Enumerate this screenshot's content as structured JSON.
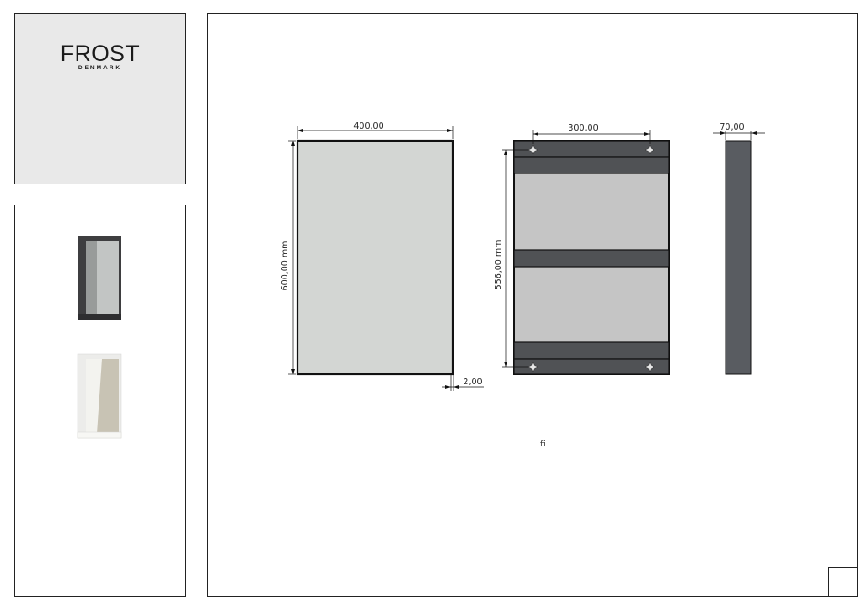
{
  "brand": {
    "name": "FROST",
    "subtitle": "DENMARK"
  },
  "variants": [
    {
      "color_name": "black",
      "frame_hex": "#3e3e40",
      "inner_hex": "#c2c5c4"
    },
    {
      "color_name": "white",
      "frame_hex": "#ececea",
      "inner_hex": "#c8c3b4"
    }
  ],
  "drawing": {
    "front_view": {
      "width_label": "400,00",
      "height_label": "600,00 mm",
      "frame_label": "2,00"
    },
    "back_view": {
      "top_label": "300,00",
      "height_label": "556,00 mm"
    },
    "side_view": {
      "depth_label": "70,00"
    },
    "stray_mark": "fi"
  },
  "colors": {
    "mirror_face": "#d3d6d3",
    "back_face": "#c5c5c5",
    "frame_dark": "#505255",
    "side_dark": "#595c61",
    "line": "#111111"
  }
}
